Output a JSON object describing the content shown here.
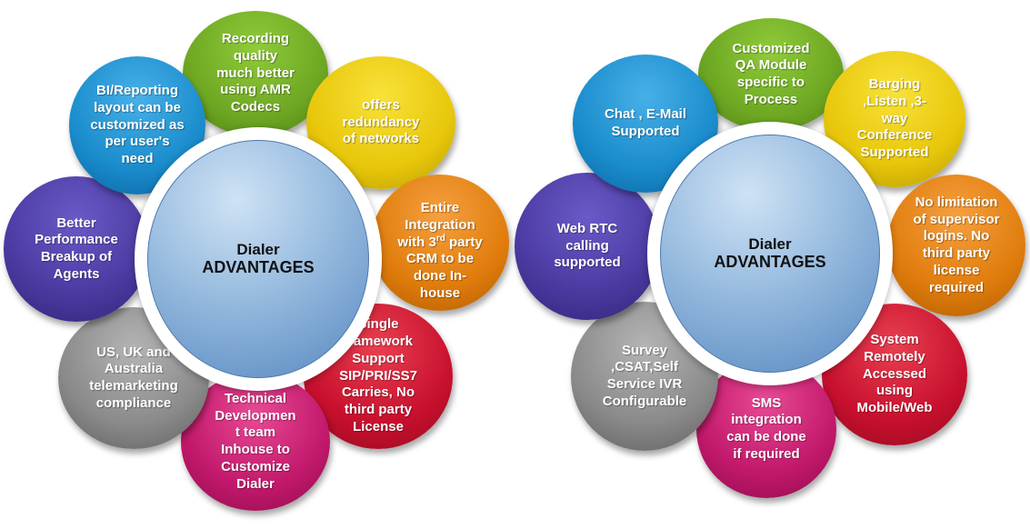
{
  "colors": {
    "green": "#6ea823",
    "yellow": "#e8c70b",
    "orange": "#e07c0c",
    "red": "#c8102e",
    "magenta": "#c2186b",
    "gray": "#8a8a8a",
    "purple": "#4a3aa0",
    "blue": "#1a8ccc"
  },
  "diagrams": [
    {
      "center": {
        "line1": "Dialer",
        "line2": "ADVANTAGES"
      },
      "petals": [
        {
          "color": "green",
          "text": "Recording\nquality\nmuch better\nusing AMR\nCodecs"
        },
        {
          "color": "yellow",
          "text": "offers\nredundancy\nof networks"
        },
        {
          "color": "orange",
          "text_pre": "Entire\nIntegration\nwith 3",
          "text_sup": "rd",
          "text_post": " party\nCRM to be\ndone In-\nhouse"
        },
        {
          "color": "red",
          "text": "Single\nframework\nSupport\nSIP/PRI/SS7\nCarries, No\nthird party\nLicense"
        },
        {
          "color": "magenta",
          "text": "Technical\nDevelopmen\nt team\nInhouse to\nCustomize\nDialer"
        },
        {
          "color": "gray",
          "text": "US, UK and\nAustralia\ntelemarketing\ncompliance"
        },
        {
          "color": "purple",
          "text": "Better\nPerformance\nBreakup of\nAgents"
        },
        {
          "color": "blue",
          "text": "BI/Reporting\nlayout can be\ncustomized as\nper user's\nneed"
        }
      ]
    },
    {
      "center": {
        "line1": "Dialer",
        "line2": "ADVANTAGES"
      },
      "petals": [
        {
          "color": "green",
          "text": "Customized\nQA Module\nspecific to\nProcess"
        },
        {
          "color": "yellow",
          "text": "Barging\n,Listen ,3-\nway\nConference\nSupported"
        },
        {
          "color": "orange",
          "text": "No limitation\nof supervisor\nlogins. No\nthird party\nlicense\nrequired"
        },
        {
          "color": "red",
          "text": "System\nRemotely\nAccessed\nusing\nMobile/Web"
        },
        {
          "color": "magenta",
          "text": "SMS\nintegration\ncan be done\nif required"
        },
        {
          "color": "gray",
          "text": "Survey\n,CSAT,Self\nService IVR\nConfigurable"
        },
        {
          "color": "purple",
          "text": "Web RTC\ncalling\nsupported"
        },
        {
          "color": "blue",
          "text": "Chat , E-Mail\nSupported"
        }
      ]
    }
  ]
}
